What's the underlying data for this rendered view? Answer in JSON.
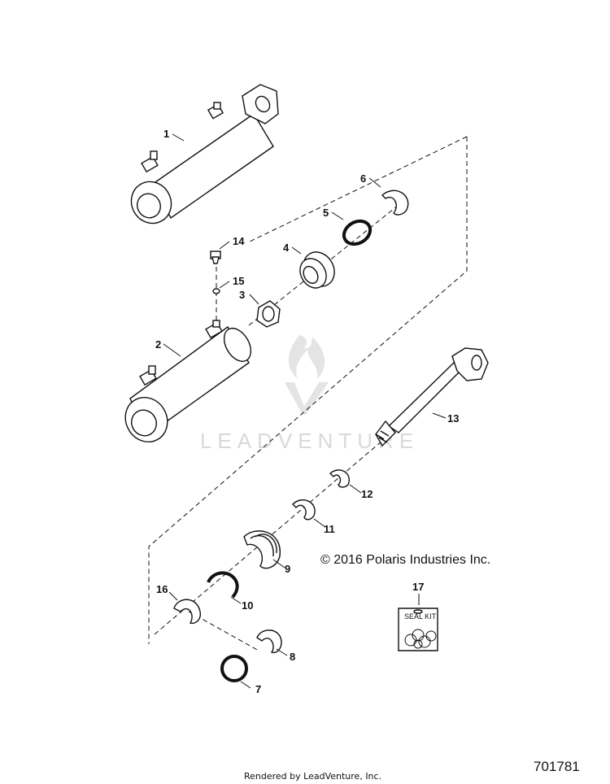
{
  "callouts": [
    {
      "id": "1",
      "text": "1"
    },
    {
      "id": "2",
      "text": "2"
    },
    {
      "id": "3",
      "text": "3"
    },
    {
      "id": "4",
      "text": "4"
    },
    {
      "id": "5",
      "text": "5"
    },
    {
      "id": "6",
      "text": "6"
    },
    {
      "id": "7",
      "text": "7"
    },
    {
      "id": "8",
      "text": "8"
    },
    {
      "id": "9",
      "text": "9"
    },
    {
      "id": "10",
      "text": "10"
    },
    {
      "id": "11",
      "text": "11"
    },
    {
      "id": "12",
      "text": "12"
    },
    {
      "id": "13",
      "text": "13"
    },
    {
      "id": "14",
      "text": "14"
    },
    {
      "id": "15",
      "text": "15"
    },
    {
      "id": "16",
      "text": "16"
    },
    {
      "id": "17",
      "text": "17"
    }
  ],
  "seal_kit_label": "SEAL KIT",
  "copyright": "© 2016 Polaris Industries Inc.",
  "watermark": "LEADVENTURE",
  "footer": "Rendered by LeadVenture, Inc.",
  "figure_number": "701781"
}
